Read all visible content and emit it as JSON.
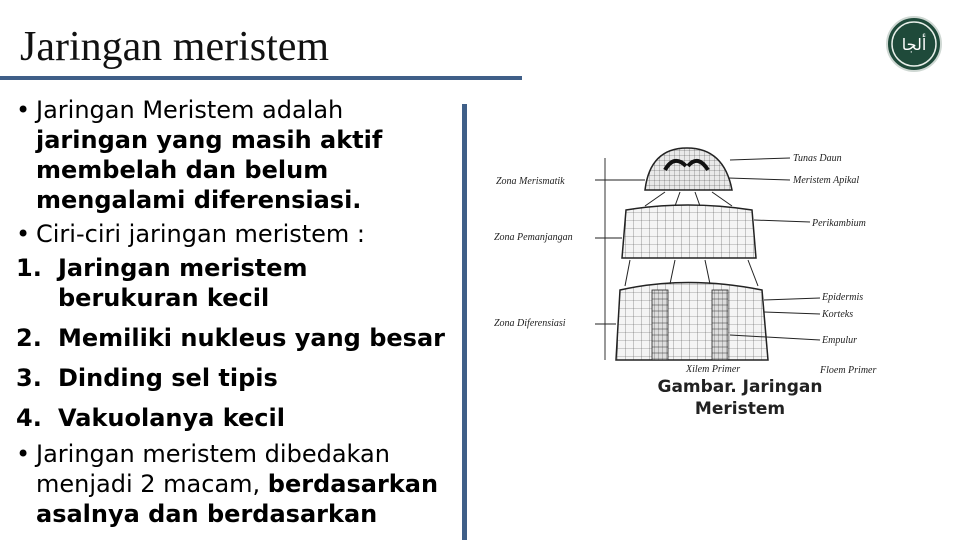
{
  "slide": {
    "title": "Jaringan meristem",
    "logo_text": "ﺃﻟﺠﺎ",
    "bullets": [
      {
        "marker": "•",
        "lines": [
          "Jaringan Meristem adalah",
          "jaringan yang masih aktif",
          "membelah dan belum",
          "mengalami diferensiasi."
        ],
        "bold_from_line": 1
      },
      {
        "marker": "•",
        "lines": [
          "Ciri-ciri jaringan meristem :"
        ],
        "bold_from_line": -1
      }
    ],
    "numbered": [
      {
        "num": "1.",
        "lines": [
          "Jaringan meristem",
          "berukuran kecil"
        ]
      },
      {
        "num": "2.",
        "lines": [
          "Memiliki nukleus yang besar"
        ]
      },
      {
        "num": "3.",
        "lines": [
          "Dinding sel tipis"
        ]
      },
      {
        "num": "4.",
        "lines": [
          "Vakuolanya kecil"
        ]
      }
    ],
    "last_bullet": {
      "marker": "•",
      "line1": "Jaringan meristem dibedakan",
      "line2_normal": "menjadi 2 macam, ",
      "line2_bold": "berdasarkan",
      "line3": "asalnya dan berdasarkan"
    }
  },
  "figure": {
    "labels": {
      "zona_merismatik": "Zona Merismatik",
      "zona_pemanjangan": "Zona Pemanjangan",
      "zona_diferensiasi": "Zona Diferensiasi",
      "tunas_daun": "Tunas Daun",
      "meristem_apikal": "Meristem Apikal",
      "perikambium": "Perikambium",
      "epidermis": "Epidermis",
      "korteks": "Korteks",
      "empulur": "Empulur",
      "xilem_primer": "Xilem Primer",
      "floem_primer": "Floem Primer"
    },
    "caption_line1": "Gambar. Jaringan",
    "caption_line2": "Meristem"
  },
  "colors": {
    "accent": "#3f5f88",
    "logo_bg": "#1f4a3a"
  }
}
